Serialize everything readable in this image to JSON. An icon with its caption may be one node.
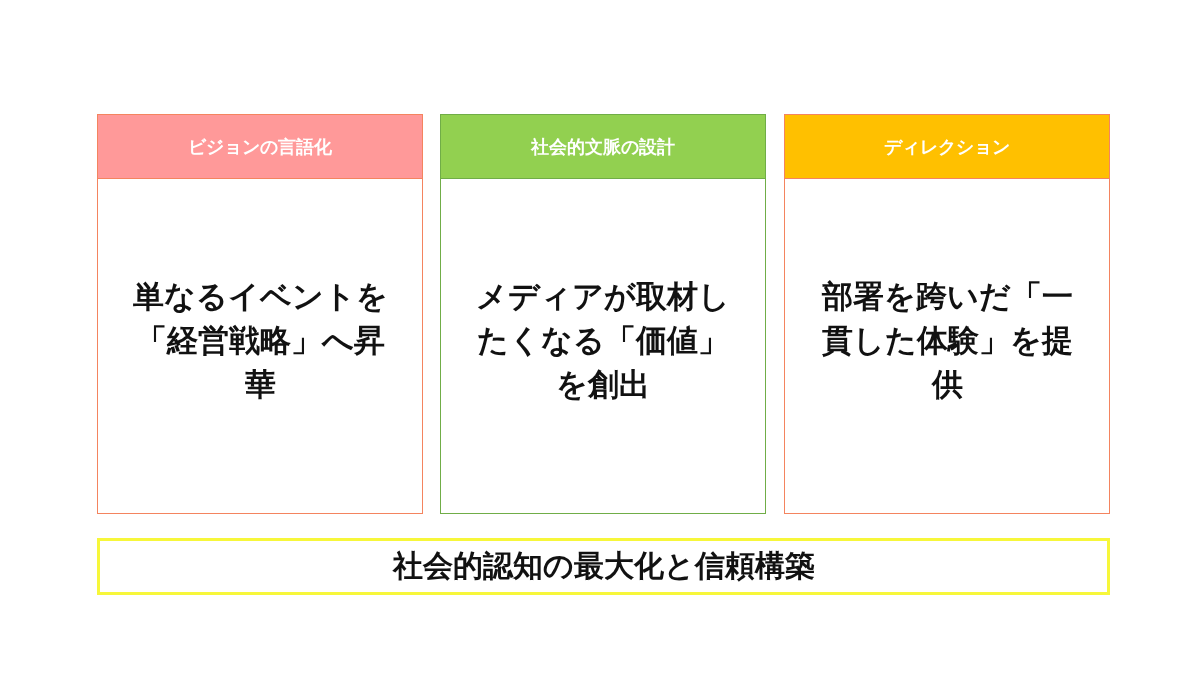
{
  "diagram": {
    "nodes": [
      {
        "text": [
          "ビジョンの言語化",
          "単なるイベントを「経営戦略」へ昇華"
        ]
      },
      {
        "text": [
          "社会的文脈の設計",
          "メディアが取材したくなる「価値」を創出"
        ]
      },
      {
        "text": [
          "ディレクション",
          "部署を跨いだ「一貫した体験」を提供"
        ]
      },
      {
        "text": [
          "社会的認知の最大化と信頼構築"
        ]
      }
    ]
  }
}
